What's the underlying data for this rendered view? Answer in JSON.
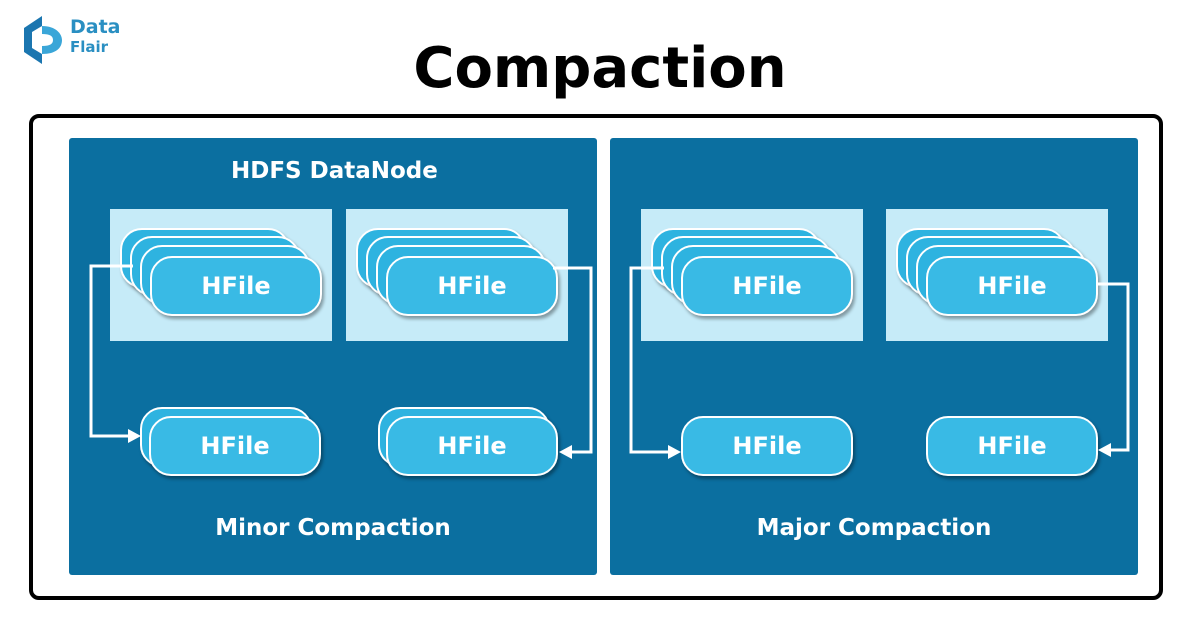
{
  "logo": {
    "line1": "Data",
    "line2": "Flair"
  },
  "title": "Compaction",
  "left_panel": {
    "heading": "HDFS DataNode",
    "caption": "Minor Compaction",
    "file_label": "HFile"
  },
  "right_panel": {
    "caption": "Major Compaction",
    "file_label": "HFile"
  },
  "colors": {
    "panel": "#0b6fa0",
    "light_box": "#c6ebf8",
    "pill": "#39bae5",
    "arrow": "#ffffff",
    "frame": "#000000"
  }
}
